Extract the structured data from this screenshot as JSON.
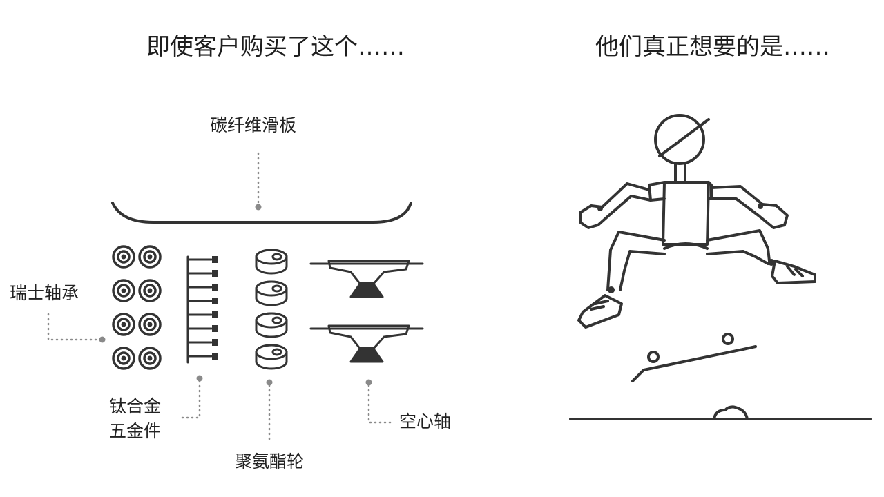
{
  "titles": {
    "left": "即使客户购买了这个……",
    "right": "他们真正想要的是……"
  },
  "labels": {
    "deck": "碳纤维滑板",
    "bearings": "瑞士轴承",
    "hardware_line1": "钛合金",
    "hardware_line2": "五金件",
    "wheels": "聚氨酯轮",
    "trucks": "空心轴"
  },
  "colors": {
    "line": "#333333",
    "dots": "#8a8a8a",
    "text": "#222222"
  }
}
